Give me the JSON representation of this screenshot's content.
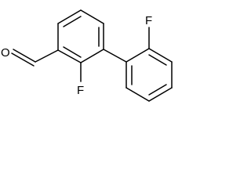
{
  "molecule": {
    "atoms": {
      "oxygen": "O",
      "fluorine_ring_a": "F",
      "fluorine_ring_b": "F"
    },
    "colors": {
      "bond": "#000000",
      "label": "#000000",
      "background": "#ffffff"
    }
  }
}
